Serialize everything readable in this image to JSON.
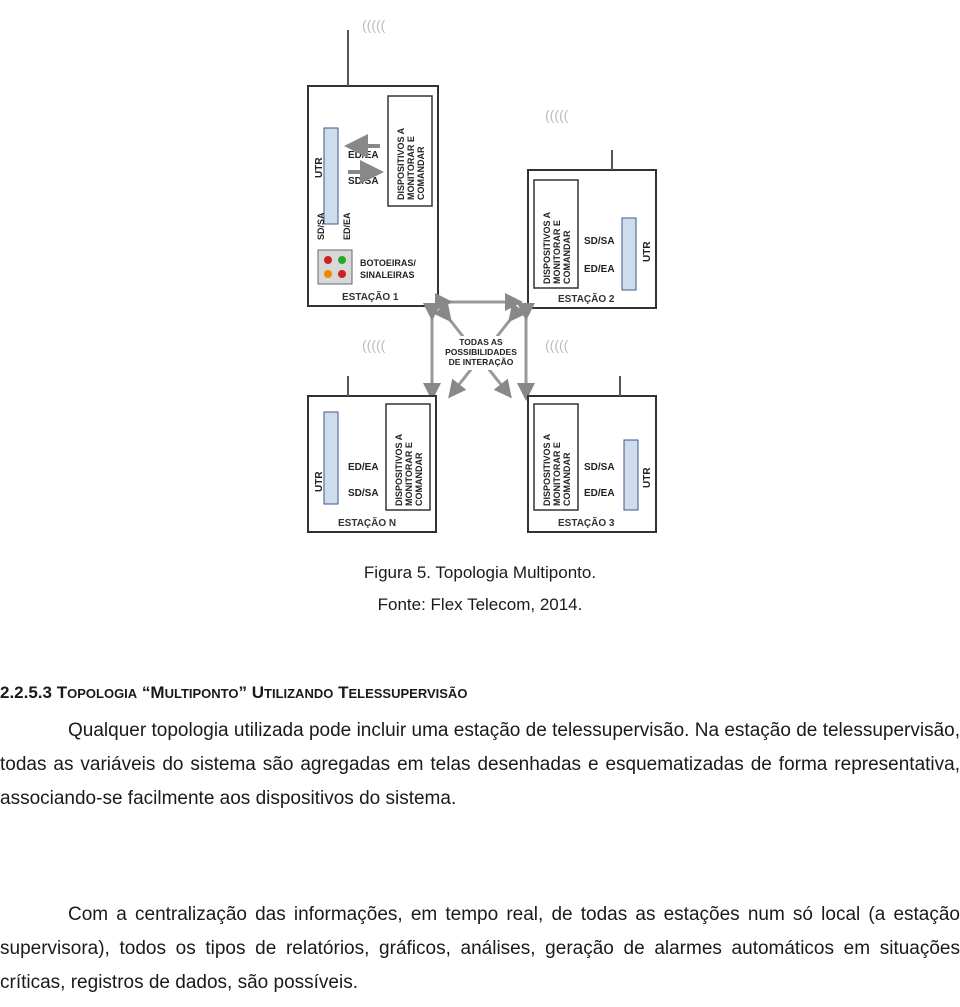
{
  "figure": {
    "stations": [
      {
        "name": "ESTAÇÃO 1",
        "utr": "UTR",
        "devices": "DISPOSITIVOS A MONITORAR E COMANDAR",
        "in_signal": "ED/EA",
        "out_signal": "SD/SA",
        "buttons_label": "BOTOEIRAS/ SINALEIRAS",
        "vertical_signal_a": "SD/SA",
        "vertical_signal_b": "ED/EA"
      },
      {
        "name": "ESTAÇÃO 2",
        "utr": "UTR",
        "devices": "DISPOSITIVOS A MONITORAR E COMANDAR",
        "in_signal": "SD/SA",
        "out_signal": "ED/EA"
      },
      {
        "name": "ESTAÇÃO N",
        "utr": "UTR",
        "devices": "DISPOSITIVOS A MONITORAR E COMANDAR",
        "in_signal": "ED/EA",
        "out_signal": "SD/SA"
      },
      {
        "name": "ESTAÇÃO 3",
        "utr": "UTR",
        "devices": "DISPOSITIVOS A MONITORAR E COMANDAR",
        "in_signal": "SD/SA",
        "out_signal": "ED/EA"
      }
    ],
    "center_label": [
      "TODAS AS",
      "POSSIBILIDADES",
      "DE INTERAÇÃO"
    ]
  },
  "caption": {
    "line1": "Figura 5. Topologia Multiponto.",
    "line2": "Fonte: Flex Telecom, 2014."
  },
  "heading": {
    "number": "2.2.5.3",
    "w1_cap": "T",
    "w1_rest": "OPOLOGIA",
    "w2_cap": "M",
    "w2_rest": "ULTIPONTO",
    "w3_cap": "U",
    "w3_rest": "TILIZANDO",
    "w4_cap": "T",
    "w4_rest": "ELESSUPERVISÃO",
    "open_quote": "“",
    "close_quote": "”"
  },
  "paragraphs": [
    "Qualquer topologia utilizada pode incluir uma estação de telessupervisão. Na estação de telessupervisão, todas as variáveis do sistema são agregadas em telas desenhadas e esquematizadas de forma representativa, associando-se facilmente aos dispositivos do sistema.",
    "Com a centralização das informações, em tempo real, de todas as estações num só local (a estação supervisora), todos os tipos de relatórios, gráficos, análises, geração de alarmes automáticos em situações críticas, registros de dados, são possíveis."
  ]
}
